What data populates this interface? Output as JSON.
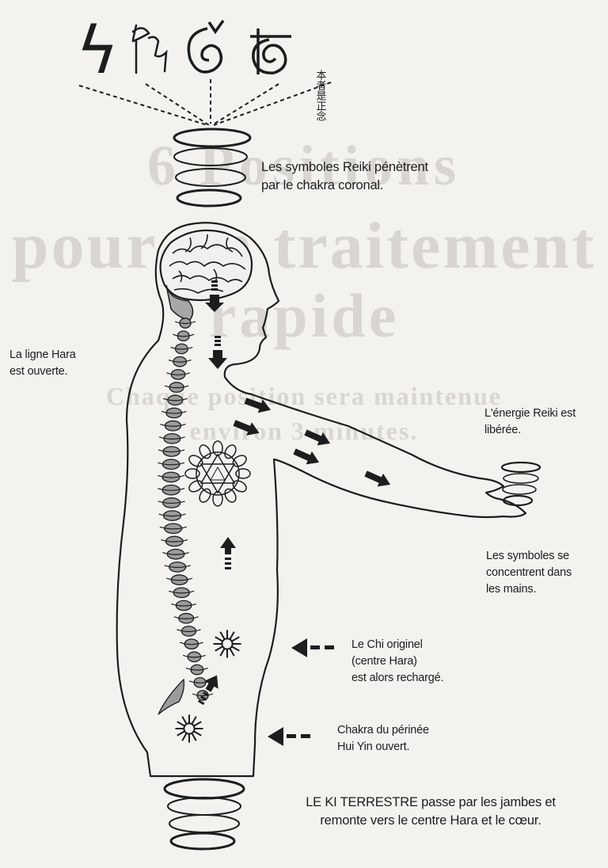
{
  "ghost_text": {
    "line1": "6 Positions",
    "line2": "pour un traitement",
    "line3": "rapide",
    "line4": "Chaque position sera maintenue",
    "line5": "environ 3 minutes."
  },
  "labels": {
    "crown": [
      "Les symboles Reiki pénètrent",
      "par le chakra coronal."
    ],
    "hara_line": [
      "La ligne Hara",
      "est ouverte."
    ],
    "energy_released": [
      "L'énergie Reiki est",
      "libérée."
    ],
    "hands": [
      "Les symboles se",
      "concentrent dans",
      "les mains."
    ],
    "chi": [
      "Le Chi originel",
      "(centre Hara)",
      "est alors rechargé."
    ],
    "perineum": [
      "Chakra du périnée",
      "Hui Yin ouvert."
    ],
    "earth_ki": [
      "LE KI TERRESTRE passe par les jambes et",
      "remonte vers le centre Hara et le cœur."
    ]
  },
  "symbol_glyphs": [
    "ϟ",
    "本者是正念"
  ],
  "colors": {
    "ink": "#1d1d1d",
    "brain": "#a7a7a7",
    "spine": "#9c9c9c",
    "ghost": "#d9d6d2"
  }
}
